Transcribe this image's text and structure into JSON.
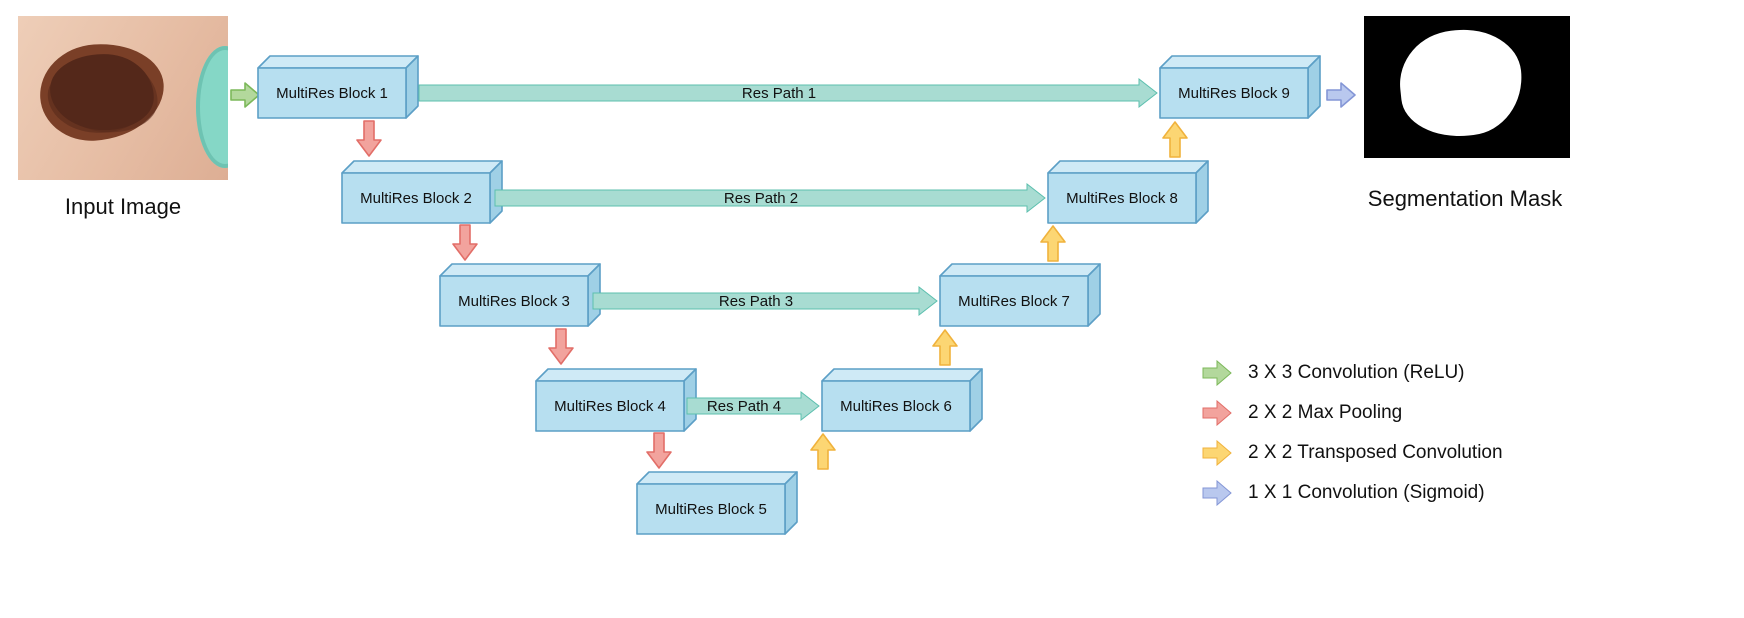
{
  "diagram": {
    "input": {
      "caption": "Input Image"
    },
    "output": {
      "caption": "Segmentation Mask"
    },
    "blocks": [
      {
        "label": "MultiRes Block 1"
      },
      {
        "label": "MultiRes Block 2"
      },
      {
        "label": "MultiRes Block 3"
      },
      {
        "label": "MultiRes Block 4"
      },
      {
        "label": "MultiRes Block 5"
      },
      {
        "label": "MultiRes Block 6"
      },
      {
        "label": "MultiRes Block 7"
      },
      {
        "label": "MultiRes Block 8"
      },
      {
        "label": "MultiRes Block 9"
      }
    ],
    "res_paths": [
      {
        "label": "Res Path 1"
      },
      {
        "label": "Res Path 2"
      },
      {
        "label": "Res Path 3"
      },
      {
        "label": "Res Path 4"
      }
    ],
    "legend": {
      "items": [
        {
          "icon": "green-right-arrow-icon",
          "label": "3 X 3 Convolution (ReLU)"
        },
        {
          "icon": "red-right-arrow-icon",
          "label": "2 X 2 Max Pooling"
        },
        {
          "icon": "yellow-right-arrow-icon",
          "label": "2 X 2 Transposed Convolution"
        },
        {
          "icon": "blue-right-arrow-icon",
          "label": "1 X 1 Convolution (Sigmoid)"
        }
      ]
    },
    "colors": {
      "block_fill": "#b7dff0",
      "block_top_fill": "#cfeaf6",
      "block_side_fill": "#9fd0e6",
      "block_stroke": "#5c9fc6",
      "res_path_fill": "#a8dcd2",
      "res_path_stroke": "#5cbfae",
      "max_pool_fill": "#f2a39d",
      "max_pool_stroke": "#e26e68",
      "transposed_fill": "#fcd673",
      "transposed_stroke": "#f0b23c",
      "conv_relu_fill": "#b3d89c",
      "conv_relu_stroke": "#7cb85a",
      "conv_sigmoid_fill": "#b9c8ee",
      "conv_sigmoid_stroke": "#8496d6"
    }
  }
}
